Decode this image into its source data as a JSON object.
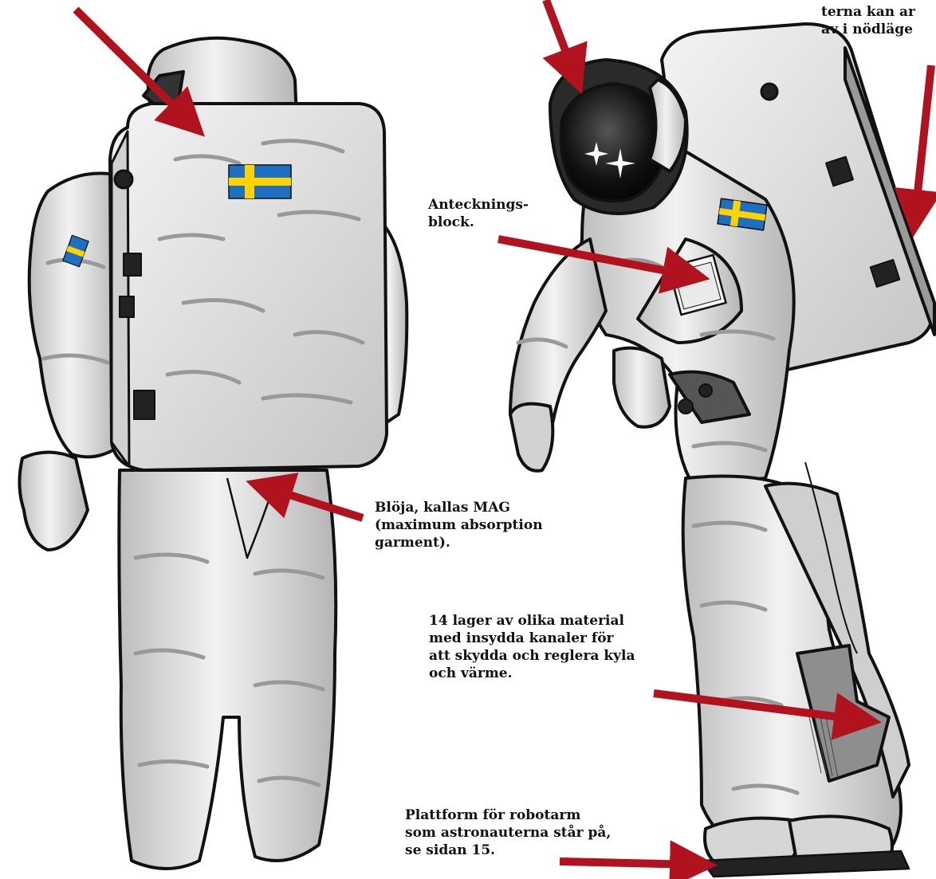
{
  "labels": {
    "noteblock": "Antecknings-\nblock.",
    "diaper": "Blöja, kallas MAG\n(maximum absorption\ngarment).",
    "layers": "14 lager av olika material\nmed insydda kanaler för\natt skydda och reglera kyla\noch värme.",
    "platform": "Plattform för robotarm\nsom astronauterna står på,\nse sidan 15.",
    "topright_partial": "terna kan ar\nav i nödläge"
  },
  "colors": {
    "arrow": "#b0121e",
    "suit_light": "#eaeaea",
    "suit_mid": "#c9c9c9",
    "suit_dark": "#8e8e8e",
    "outline": "#111111",
    "flag_blue": "#1f6fc0",
    "flag_yellow": "#ffd200"
  },
  "icons": [
    "astronaut-back-figure",
    "astronaut-side-figure",
    "swedish-flag-icon"
  ]
}
